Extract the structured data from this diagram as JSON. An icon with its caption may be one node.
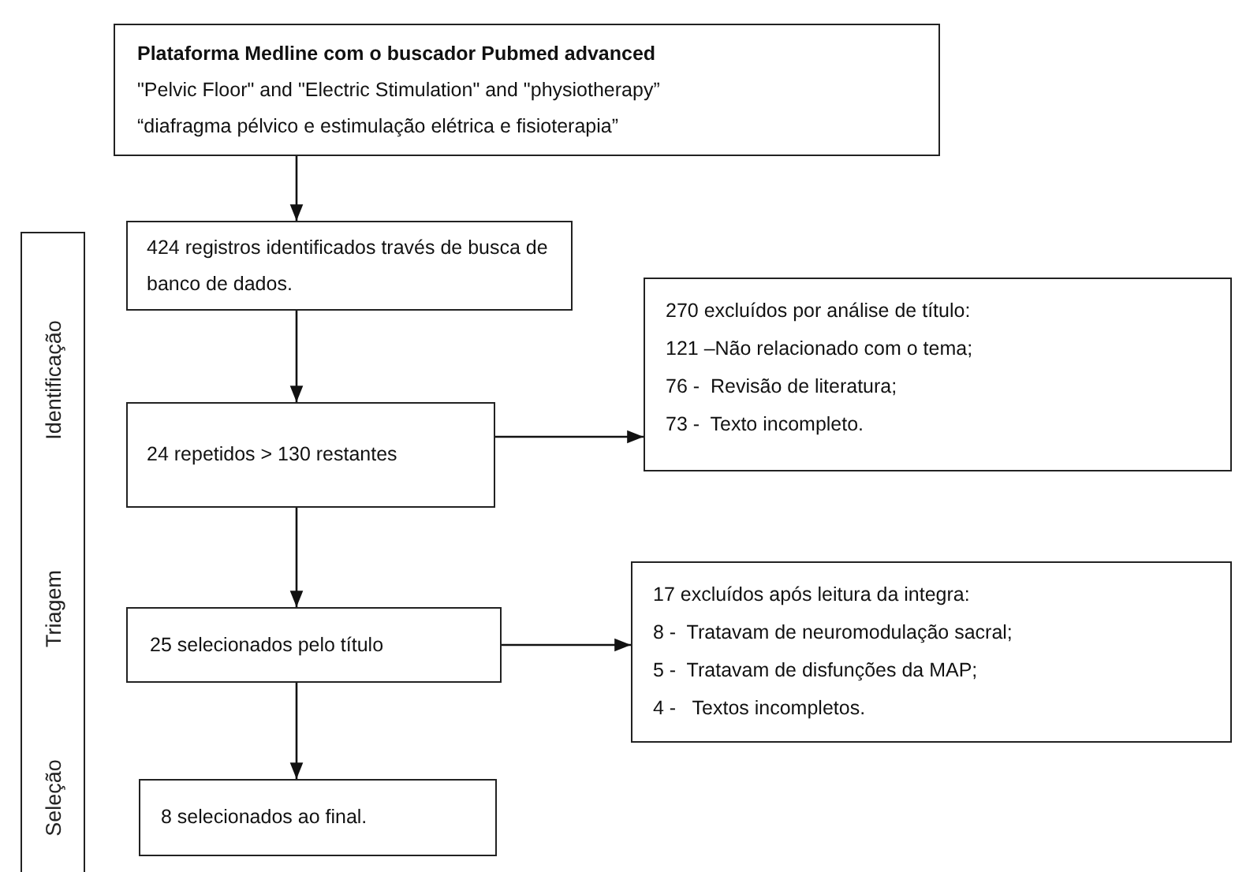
{
  "diagram": {
    "nodes": [
      {
        "text": [
          "Plataforma Medline com o buscador Pubmed advanced",
          "\"Pelvic Floor\" and \"Electric Stimulation\" and \"physiotherapy”",
          "“diafragma pélvico e estimulação elétrica e fisioterapia”"
        ]
      },
      {
        "text": [
          "Identificação",
          "Triagem",
          "Seleção"
        ]
      },
      {
        "text": [
          "424 registros identificados través de busca de banco de dados."
        ]
      },
      {
        "text": [
          "24 repetidos > 130 restantes"
        ]
      },
      {
        "text": [
          "270 excluídos por análise de título:",
          "121 –Não relacionado com o tema;",
          "76 -  Revisão de literatura;",
          "73 -  Texto incompleto."
        ]
      },
      {
        "text": [
          "25 selecionados pelo título"
        ]
      },
      {
        "text": [
          "17 excluídos após leitura da integra:",
          "8 -  Tratavam de neuromodulação sacral;",
          "5 -  Tratavam de disfunções da MAP;",
          "4 -   Textos incompletos."
        ]
      },
      {
        "text": [
          "8 selecionados ao final."
        ]
      }
    ],
    "edges": [
      {
        "from": 0,
        "to": 2,
        "arrow": "to"
      },
      {
        "from": 2,
        "to": 3,
        "arrow": "to"
      },
      {
        "from": 3,
        "to": 4,
        "arrow": "to"
      },
      {
        "from": 3,
        "to": 5,
        "arrow": "to"
      },
      {
        "from": 5,
        "to": 6,
        "arrow": "to"
      },
      {
        "from": 5,
        "to": 7,
        "arrow": "to"
      }
    ]
  }
}
